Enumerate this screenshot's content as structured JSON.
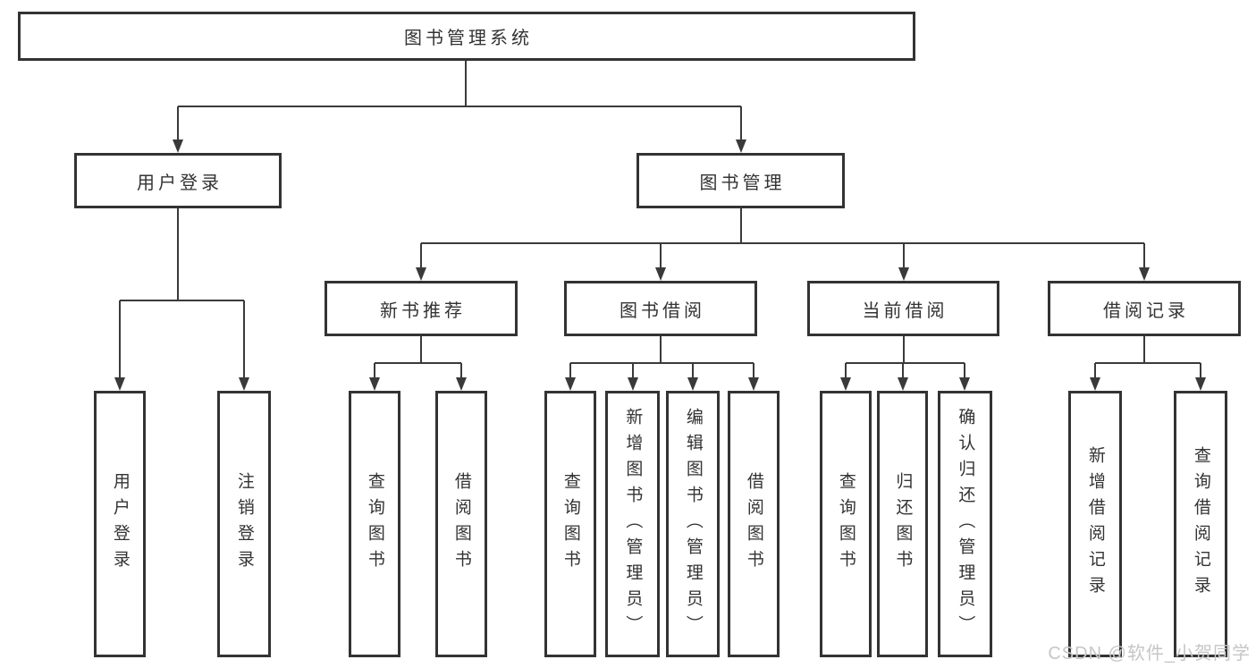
{
  "tree": {
    "root": {
      "label": "图书管理系统",
      "children": [
        {
          "label": "用户登录",
          "children": [
            {
              "label": "用户登录"
            },
            {
              "label": "注销登录"
            }
          ]
        },
        {
          "label": "图书管理",
          "children": [
            {
              "label": "新书推荐",
              "children": [
                {
                  "label": "查询图书"
                },
                {
                  "label": "借阅图书"
                }
              ]
            },
            {
              "label": "图书借阅",
              "children": [
                {
                  "label": "查询图书"
                },
                {
                  "label": "新增图书（管理员）"
                },
                {
                  "label": "编辑图书（管理员）"
                },
                {
                  "label": "借阅图书"
                }
              ]
            },
            {
              "label": "当前借阅",
              "children": [
                {
                  "label": "查询图书"
                },
                {
                  "label": "归还图书"
                },
                {
                  "label": "确认归还（管理员）"
                }
              ]
            },
            {
              "label": "借阅记录",
              "children": [
                {
                  "label": "新增借阅记录"
                },
                {
                  "label": "查询借阅记录"
                }
              ]
            }
          ]
        }
      ]
    }
  },
  "watermark": "CSDN @软件_小贺同学",
  "colors": {
    "line": "#3a3a3a",
    "box_border": "#333333",
    "text": "#333333",
    "watermark": "#c6c6c6",
    "background": "#ffffff"
  }
}
